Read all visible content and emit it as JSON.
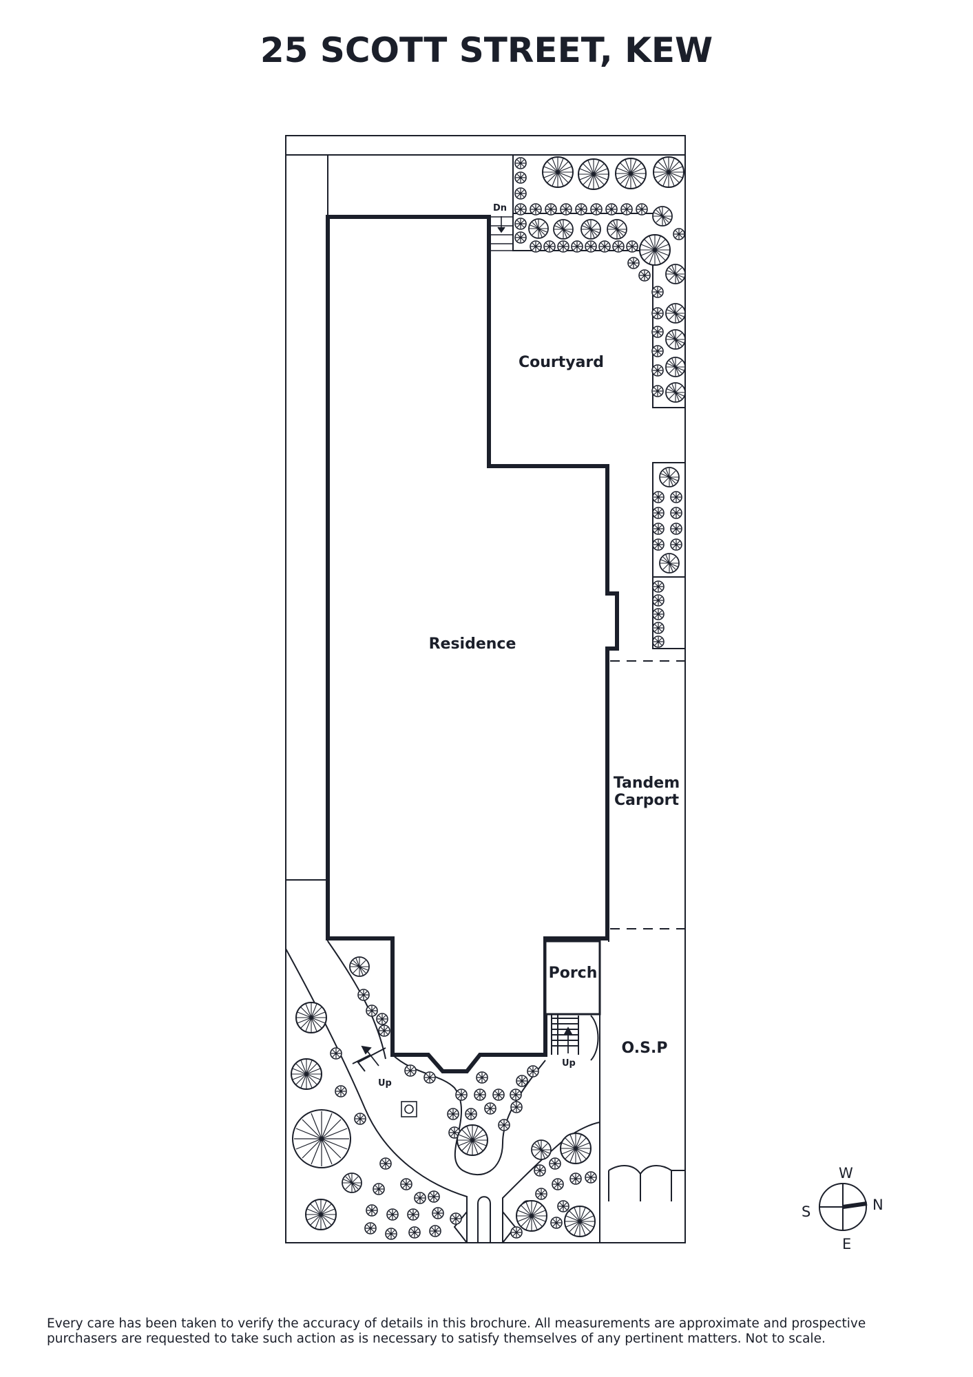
{
  "title": "25 SCOTT STREET, KEW",
  "labels": {
    "courtyard": "Courtyard",
    "residence": "Residence",
    "carport_line1": "Tandem",
    "carport_line2": "Carport",
    "porch": "Porch",
    "osp": "O.S.P",
    "dn": "Dn",
    "up_left": "Up",
    "up_porch": "Up"
  },
  "compass": {
    "north": "N",
    "south": "S",
    "east": "E",
    "west": "W"
  },
  "disclaimer": {
    "line1": "Every care has been taken to verify the accuracy of details in this brochure. All measurements are approximate and prospective",
    "line2": "purchasers are requested to take such action as is necessary to satisfy themselves of any pertinent matters. Not to scale."
  },
  "colors": {
    "ink": "#1b1f2a",
    "background": "#ffffff"
  }
}
